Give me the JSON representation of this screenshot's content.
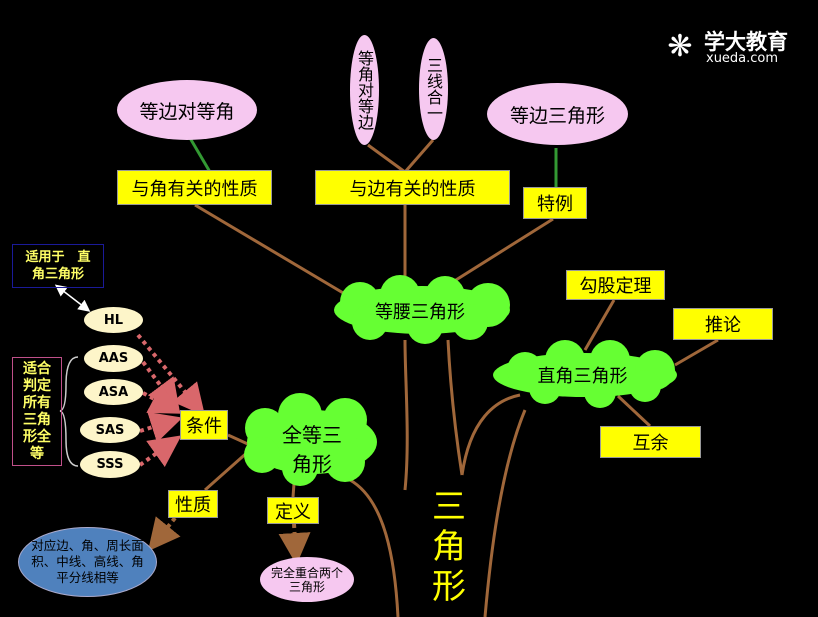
{
  "logo": {
    "name": "学大教育",
    "url": "xueda.com"
  },
  "root": "三角形",
  "isosceles": {
    "label": "等腰三角形",
    "angle_props": "与角有关的性质",
    "side_props": "与边有关的性质",
    "special_case": "特例",
    "equal_sides_equal_angles": "等边对等角",
    "equal_angles_equal_sides": "等角对等边",
    "three_lines": "三线合一",
    "equilateral": "等边三角形"
  },
  "right": {
    "label": "直角三角形",
    "pythagorean": "勾股定理",
    "corollary": "推论",
    "complementary": "互余"
  },
  "congruent": {
    "label_line1": "全等三",
    "label_line2": "角形",
    "conditions": "条件",
    "properties": "性质",
    "definition": "定义",
    "definition_detail": "完全重合两个三角形",
    "properties_detail": "对应边、角、周长面积、中线、高线、角平分线相等",
    "criteria": [
      "HL",
      "AAS",
      "ASA",
      "SAS",
      "SSS"
    ],
    "hl_note": "适用于　直角三角形",
    "general_note": "适合判定所有三角形全等"
  },
  "colors": {
    "yellow": "#ffff00",
    "green": "#66ff33",
    "brown": "#a0673a",
    "pink": "#f6c8f0",
    "blue": "#4f81bd"
  }
}
